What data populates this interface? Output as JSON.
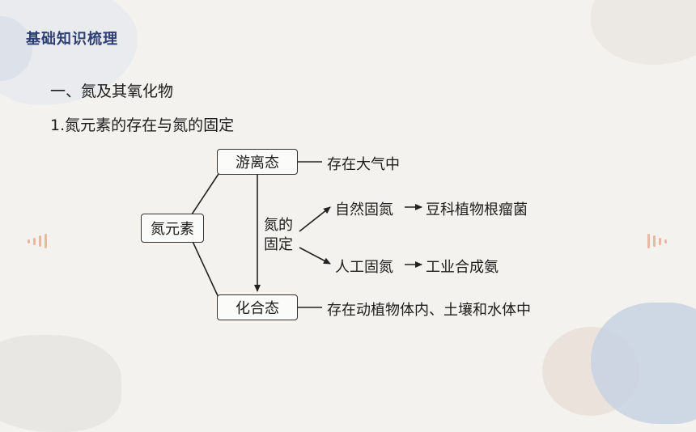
{
  "header": {
    "title": "基础知识梳理"
  },
  "content": {
    "section_heading": "一、氮及其氧化物",
    "subheading": "1.氮元素的存在与氮的固定"
  },
  "diagram": {
    "root": "氮元素",
    "free_state": "游离态",
    "free_state_desc": "存在大气中",
    "combined_state": "化合态",
    "combined_state_desc": "存在动植物体内、土壤和水体中",
    "fixation_label_1": "氮的",
    "fixation_label_2": "固定",
    "natural_fixation": "自然固氮",
    "natural_example": "豆科植物根瘤菌",
    "artificial_fixation": "人工固氮",
    "artificial_example": "工业合成氨"
  },
  "colors": {
    "title": "#2d3f73",
    "background": "#f4f2ee"
  }
}
